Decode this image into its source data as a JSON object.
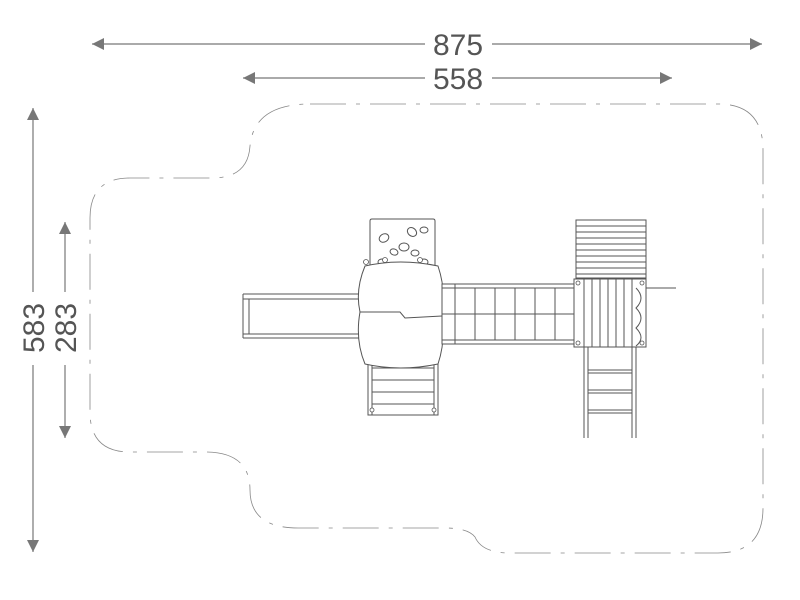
{
  "dimensions": {
    "total_width": "875",
    "inner_width": "558",
    "total_depth": "583",
    "inner_depth": "283"
  },
  "colors": {
    "line": "#777777",
    "text": "#555555",
    "background": "#ffffff"
  }
}
